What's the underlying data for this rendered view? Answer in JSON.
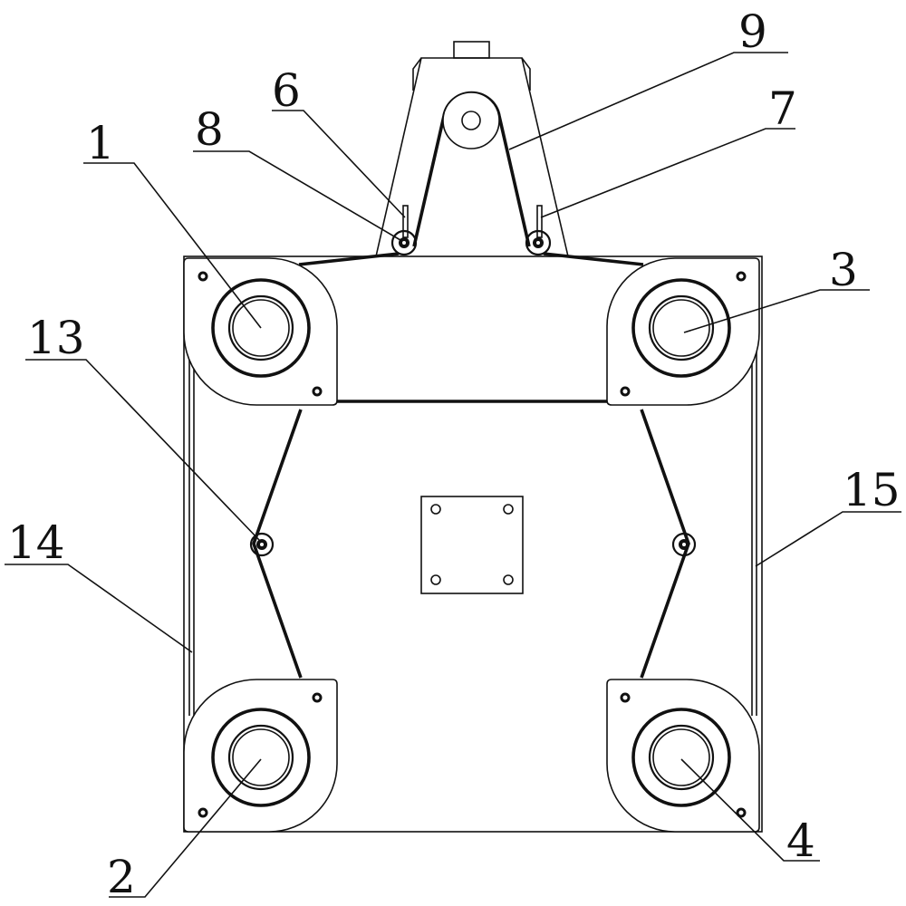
{
  "diagram": {
    "labels": [
      {
        "id": "1",
        "text": "1"
      },
      {
        "id": "2",
        "text": "2"
      },
      {
        "id": "3",
        "text": "3"
      },
      {
        "id": "4",
        "text": "4"
      },
      {
        "id": "6",
        "text": "6"
      },
      {
        "id": "7",
        "text": "7"
      },
      {
        "id": "8",
        "text": "8"
      },
      {
        "id": "9",
        "text": "9"
      },
      {
        "id": "13",
        "text": "13"
      },
      {
        "id": "14",
        "text": "14"
      },
      {
        "id": "15",
        "text": "15"
      }
    ],
    "colors": {
      "line": "#111111",
      "background": "#ffffff"
    }
  }
}
